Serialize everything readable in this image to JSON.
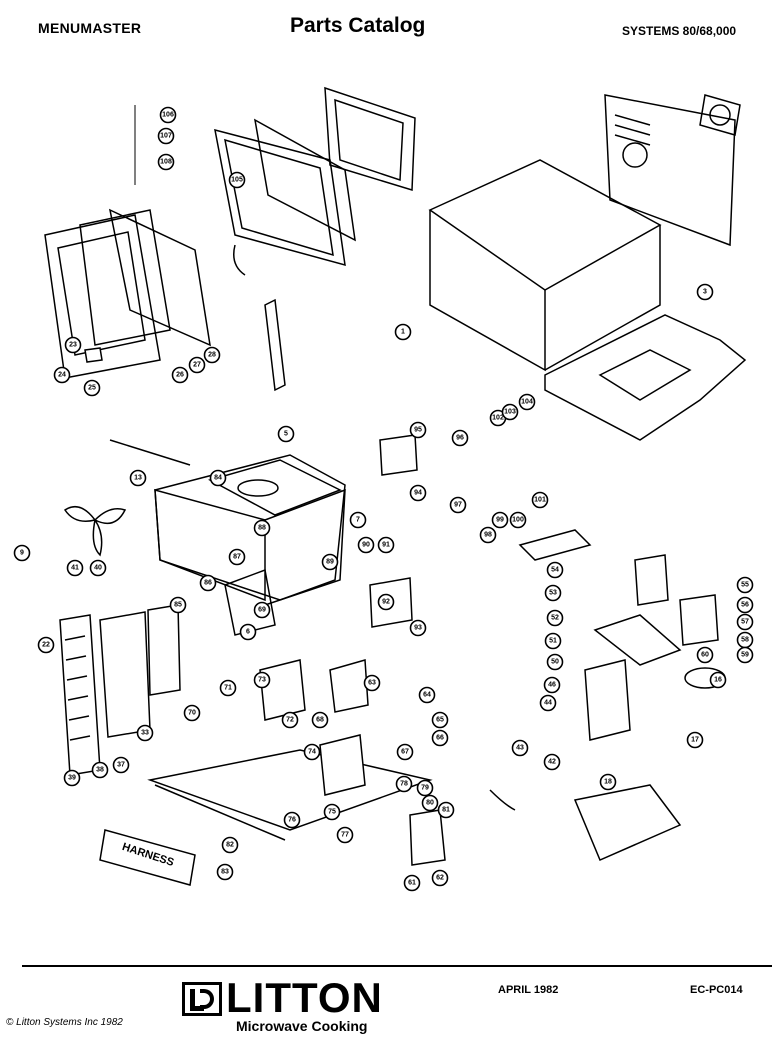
{
  "header": {
    "brand": "MENUMASTER",
    "title": "Parts  Catalog",
    "systems": "SYSTEMS 80/68,000"
  },
  "diagram": {
    "callouts": [
      "1",
      "3",
      "5",
      "6",
      "7",
      "9",
      "13",
      "16",
      "17",
      "18",
      "22",
      "23",
      "24",
      "25",
      "26",
      "27",
      "28",
      "33",
      "37",
      "38",
      "39",
      "40",
      "41",
      "42",
      "43",
      "44",
      "46",
      "50",
      "51",
      "52",
      "53",
      "54",
      "55",
      "56",
      "57",
      "58",
      "59",
      "60",
      "61",
      "62",
      "63",
      "64",
      "65",
      "66",
      "67",
      "68",
      "69",
      "70",
      "71",
      "72",
      "73",
      "74",
      "75",
      "76",
      "77",
      "78",
      "79",
      "80",
      "81",
      "82",
      "83",
      "84",
      "85",
      "86",
      "87",
      "88",
      "89",
      "90",
      "91",
      "92",
      "93",
      "94",
      "95",
      "96",
      "97",
      "98",
      "99",
      "100",
      "101",
      "102",
      "103",
      "104",
      "105",
      "106",
      "107",
      "108"
    ],
    "harness_label": "HARNESS"
  },
  "footer": {
    "company": "LITTON",
    "subtitle": "Microwave Cooking",
    "date": "APRIL 1982",
    "code": "EC-PC014",
    "copyright": "© Litton Systems  Inc  1982"
  },
  "colors": {
    "ink": "#000000",
    "paper": "#ffffff"
  }
}
